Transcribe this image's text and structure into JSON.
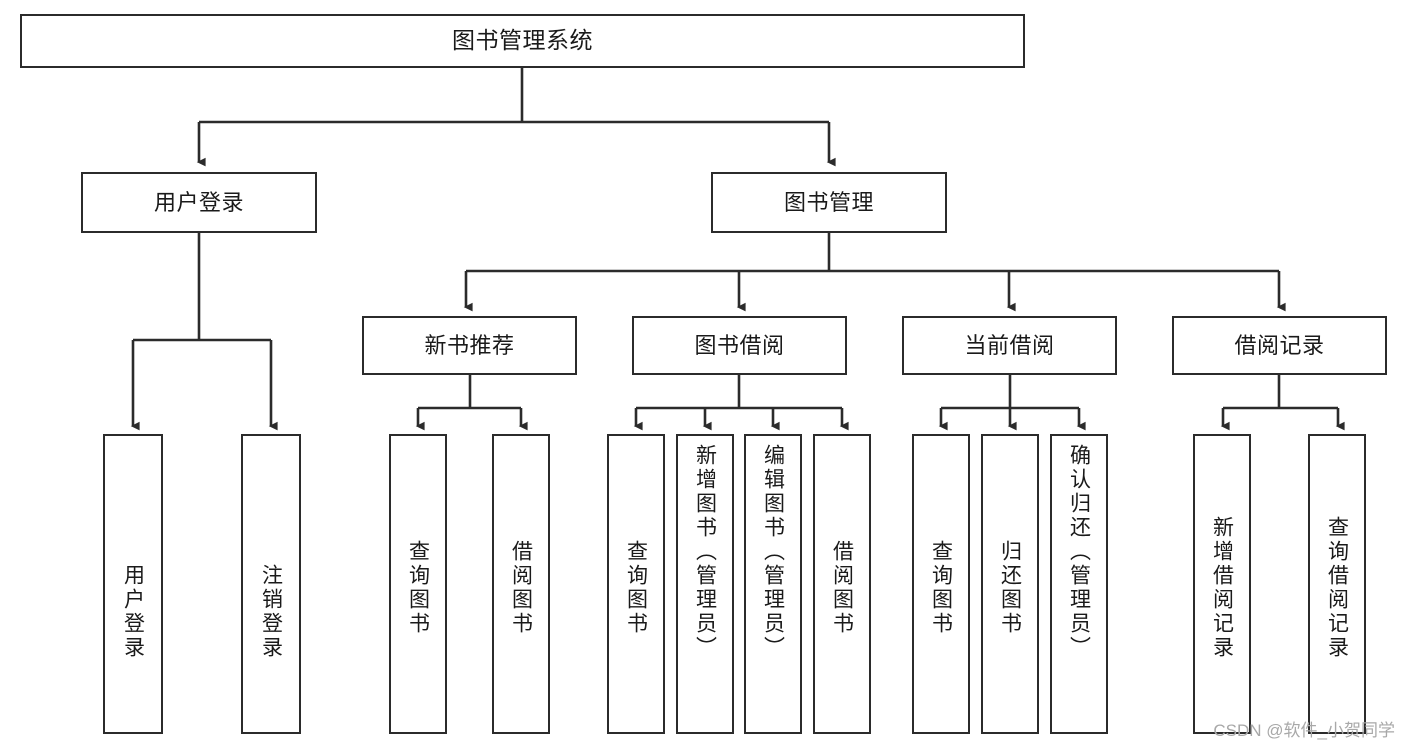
{
  "diagram": {
    "type": "tree-hierarchy",
    "title": "图书管理系统",
    "watermark": "CSDN @软件_小贺同学",
    "colors": {
      "stroke": "#2b2b2b",
      "fill": "#ffffff",
      "text": "#1a1a1a",
      "watermark": "#a8a8a8"
    },
    "nodes": {
      "root": {
        "label": "图书管理系统"
      },
      "level1": [
        {
          "id": "user-login",
          "label": "用户登录"
        },
        {
          "id": "book-manage",
          "label": "图书管理"
        }
      ],
      "level2": [
        {
          "id": "new-book-recommend",
          "label": "新书推荐",
          "parent": "book-manage"
        },
        {
          "id": "book-borrow",
          "label": "图书借阅",
          "parent": "book-manage"
        },
        {
          "id": "current-borrow",
          "label": "当前借阅",
          "parent": "book-manage"
        },
        {
          "id": "borrow-record",
          "label": "借阅记录",
          "parent": "book-manage"
        }
      ],
      "leaves": [
        {
          "id": "leaf-user-login",
          "label": "用户登录",
          "parent": "user-login"
        },
        {
          "id": "leaf-logout",
          "label": "注销登录",
          "parent": "user-login"
        },
        {
          "id": "leaf-query-book-1",
          "label": "查询图书",
          "parent": "new-book-recommend"
        },
        {
          "id": "leaf-borrow-book-1",
          "label": "借阅图书",
          "parent": "new-book-recommend"
        },
        {
          "id": "leaf-query-book-2",
          "label": "查询图书",
          "parent": "book-borrow"
        },
        {
          "id": "leaf-add-book",
          "label": "新增图书（管理员）",
          "parent": "book-borrow"
        },
        {
          "id": "leaf-edit-book",
          "label": "编辑图书（管理员）",
          "parent": "book-borrow"
        },
        {
          "id": "leaf-borrow-book-2",
          "label": "借阅图书",
          "parent": "book-borrow"
        },
        {
          "id": "leaf-query-book-3",
          "label": "查询图书",
          "parent": "current-borrow"
        },
        {
          "id": "leaf-return-book",
          "label": "归还图书",
          "parent": "current-borrow"
        },
        {
          "id": "leaf-confirm-return",
          "label": "确认归还（管理员）",
          "parent": "current-borrow"
        },
        {
          "id": "leaf-add-record",
          "label": "新增借阅记录",
          "parent": "borrow-record"
        },
        {
          "id": "leaf-query-record",
          "label": "查询借阅记录",
          "parent": "borrow-record"
        }
      ]
    }
  }
}
